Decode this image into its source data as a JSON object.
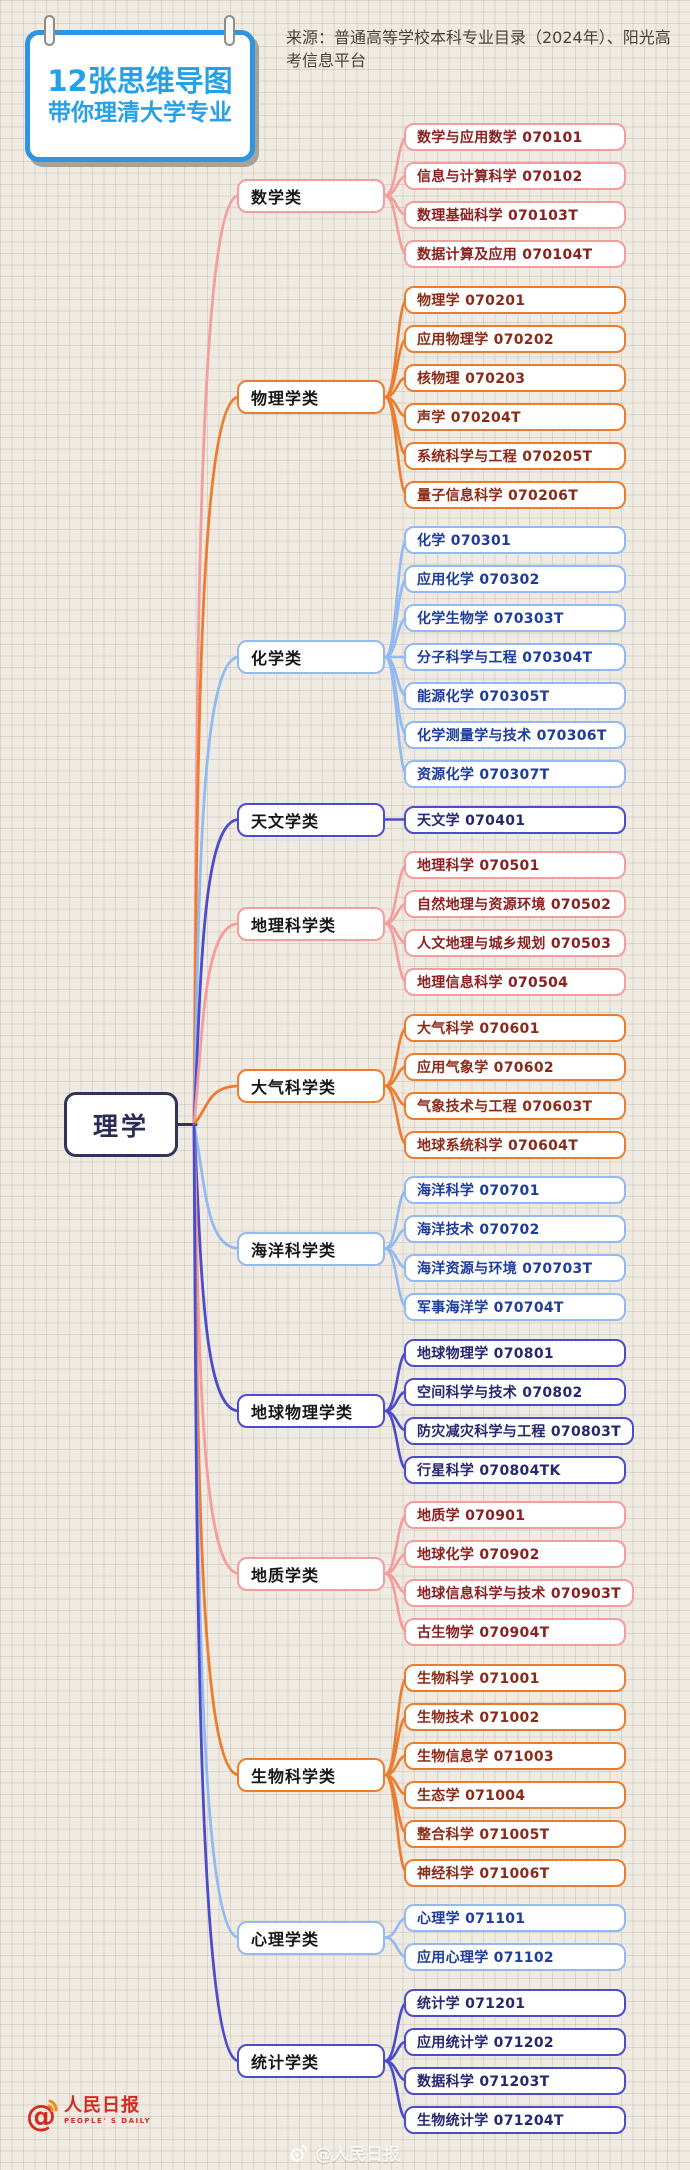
{
  "header": {
    "badge": {
      "line1": "12张思维导图",
      "line2": "带你理清大学专业",
      "accent_color": "#25a1e8"
    },
    "source": "来源：普通高等学校本科专业目录（2024年）、阳光高考信息平台"
  },
  "mindmap": {
    "root": {
      "label": "理学"
    },
    "palette": {
      "pink": {
        "border": "#f59c9c",
        "text": "#8a2020"
      },
      "orange": {
        "border": "#ec7c2e",
        "text": "#8a2a18"
      },
      "blue": {
        "border": "#92b9f1",
        "text": "#1d3c9c"
      },
      "indigo": {
        "border": "#4a4ccc",
        "text": "#26276e"
      },
      "root_border": "#32325a",
      "root_text": "#2b2b55"
    },
    "categories": [
      {
        "label": "数学类",
        "color": "pink",
        "majors": [
          {
            "name": "数学与应用数学",
            "code": "070101"
          },
          {
            "name": "信息与计算科学",
            "code": "070102"
          },
          {
            "name": "数理基础科学",
            "code": "070103T"
          },
          {
            "name": "数据计算及应用",
            "code": "070104T"
          }
        ]
      },
      {
        "label": "物理学类",
        "color": "orange",
        "majors": [
          {
            "name": "物理学",
            "code": "070201"
          },
          {
            "name": "应用物理学",
            "code": "070202"
          },
          {
            "name": "核物理",
            "code": "070203"
          },
          {
            "name": "声学",
            "code": "070204T"
          },
          {
            "name": "系统科学与工程",
            "code": "070205T"
          },
          {
            "name": "量子信息科学",
            "code": "070206T"
          }
        ]
      },
      {
        "label": "化学类",
        "color": "blue",
        "majors": [
          {
            "name": "化学",
            "code": "070301"
          },
          {
            "name": "应用化学",
            "code": "070302"
          },
          {
            "name": "化学生物学",
            "code": "070303T"
          },
          {
            "name": "分子科学与工程",
            "code": "070304T"
          },
          {
            "name": "能源化学",
            "code": "070305T"
          },
          {
            "name": "化学测量学与技术",
            "code": "070306T"
          },
          {
            "name": "资源化学",
            "code": "070307T"
          }
        ]
      },
      {
        "label": "天文学类",
        "color": "indigo",
        "majors": [
          {
            "name": "天文学",
            "code": "070401"
          }
        ]
      },
      {
        "label": "地理科学类",
        "color": "pink",
        "majors": [
          {
            "name": "地理科学",
            "code": "070501"
          },
          {
            "name": "自然地理与资源环境",
            "code": "070502"
          },
          {
            "name": "人文地理与城乡规划",
            "code": "070503"
          },
          {
            "name": "地理信息科学",
            "code": "070504"
          }
        ]
      },
      {
        "label": "大气科学类",
        "color": "orange",
        "majors": [
          {
            "name": "大气科学",
            "code": "070601"
          },
          {
            "name": "应用气象学",
            "code": "070602"
          },
          {
            "name": "气象技术与工程",
            "code": "070603T"
          },
          {
            "name": "地球系统科学",
            "code": "070604T"
          }
        ]
      },
      {
        "label": "海洋科学类",
        "color": "blue",
        "majors": [
          {
            "name": "海洋科学",
            "code": "070701"
          },
          {
            "name": "海洋技术",
            "code": "070702"
          },
          {
            "name": "海洋资源与环境",
            "code": "070703T"
          },
          {
            "name": "军事海洋学",
            "code": "070704T"
          }
        ]
      },
      {
        "label": "地球物理学类",
        "color": "indigo",
        "majors": [
          {
            "name": "地球物理学",
            "code": "070801"
          },
          {
            "name": "空间科学与技术",
            "code": "070802"
          },
          {
            "name": "防灾减灾科学与工程",
            "code": "070803T"
          },
          {
            "name": "行星科学",
            "code": "070804TK"
          }
        ]
      },
      {
        "label": "地质学类",
        "color": "pink",
        "majors": [
          {
            "name": "地质学",
            "code": "070901"
          },
          {
            "name": "地球化学",
            "code": "070902"
          },
          {
            "name": "地球信息科学与技术",
            "code": "070903T"
          },
          {
            "name": "古生物学",
            "code": "070904T"
          }
        ]
      },
      {
        "label": "生物科学类",
        "color": "orange",
        "majors": [
          {
            "name": "生物科学",
            "code": "071001"
          },
          {
            "name": "生物技术",
            "code": "071002"
          },
          {
            "name": "生物信息学",
            "code": "071003"
          },
          {
            "name": "生态学",
            "code": "071004"
          },
          {
            "name": "整合科学",
            "code": "071005T"
          },
          {
            "name": "神经科学",
            "code": "071006T"
          }
        ]
      },
      {
        "label": "心理学类",
        "color": "blue",
        "majors": [
          {
            "name": "心理学",
            "code": "071101"
          },
          {
            "name": "应用心理学",
            "code": "071102"
          }
        ]
      },
      {
        "label": "统计学类",
        "color": "indigo",
        "majors": [
          {
            "name": "统计学",
            "code": "071201"
          },
          {
            "name": "应用统计学",
            "code": "071202"
          },
          {
            "name": "数据科学",
            "code": "071203T"
          },
          {
            "name": "生物统计学",
            "code": "071204T"
          }
        ]
      }
    ]
  },
  "footer": {
    "logo": {
      "cn": "人民日报",
      "en": "PEOPLE' S DAILY",
      "color": "#d42b20"
    },
    "watermark": "@人民日报"
  }
}
